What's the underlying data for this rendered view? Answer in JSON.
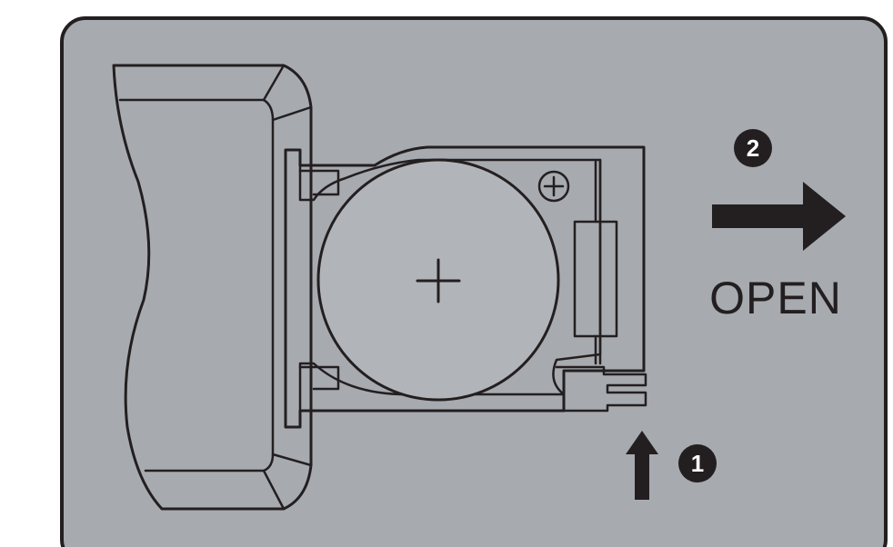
{
  "colors": {
    "panel_fill": "#a7aaaf",
    "ink": "#231f20",
    "battery_fill": "#b1b4b8"
  },
  "symbols": {
    "battery_polarity": "+",
    "tray_polarity": "+"
  },
  "steps": [
    {
      "number": "1",
      "direction": "up",
      "icon": "arrow-up-icon"
    },
    {
      "number": "2",
      "direction": "right",
      "icon": "arrow-right-icon"
    }
  ],
  "labels": {
    "open": "OPEN"
  }
}
